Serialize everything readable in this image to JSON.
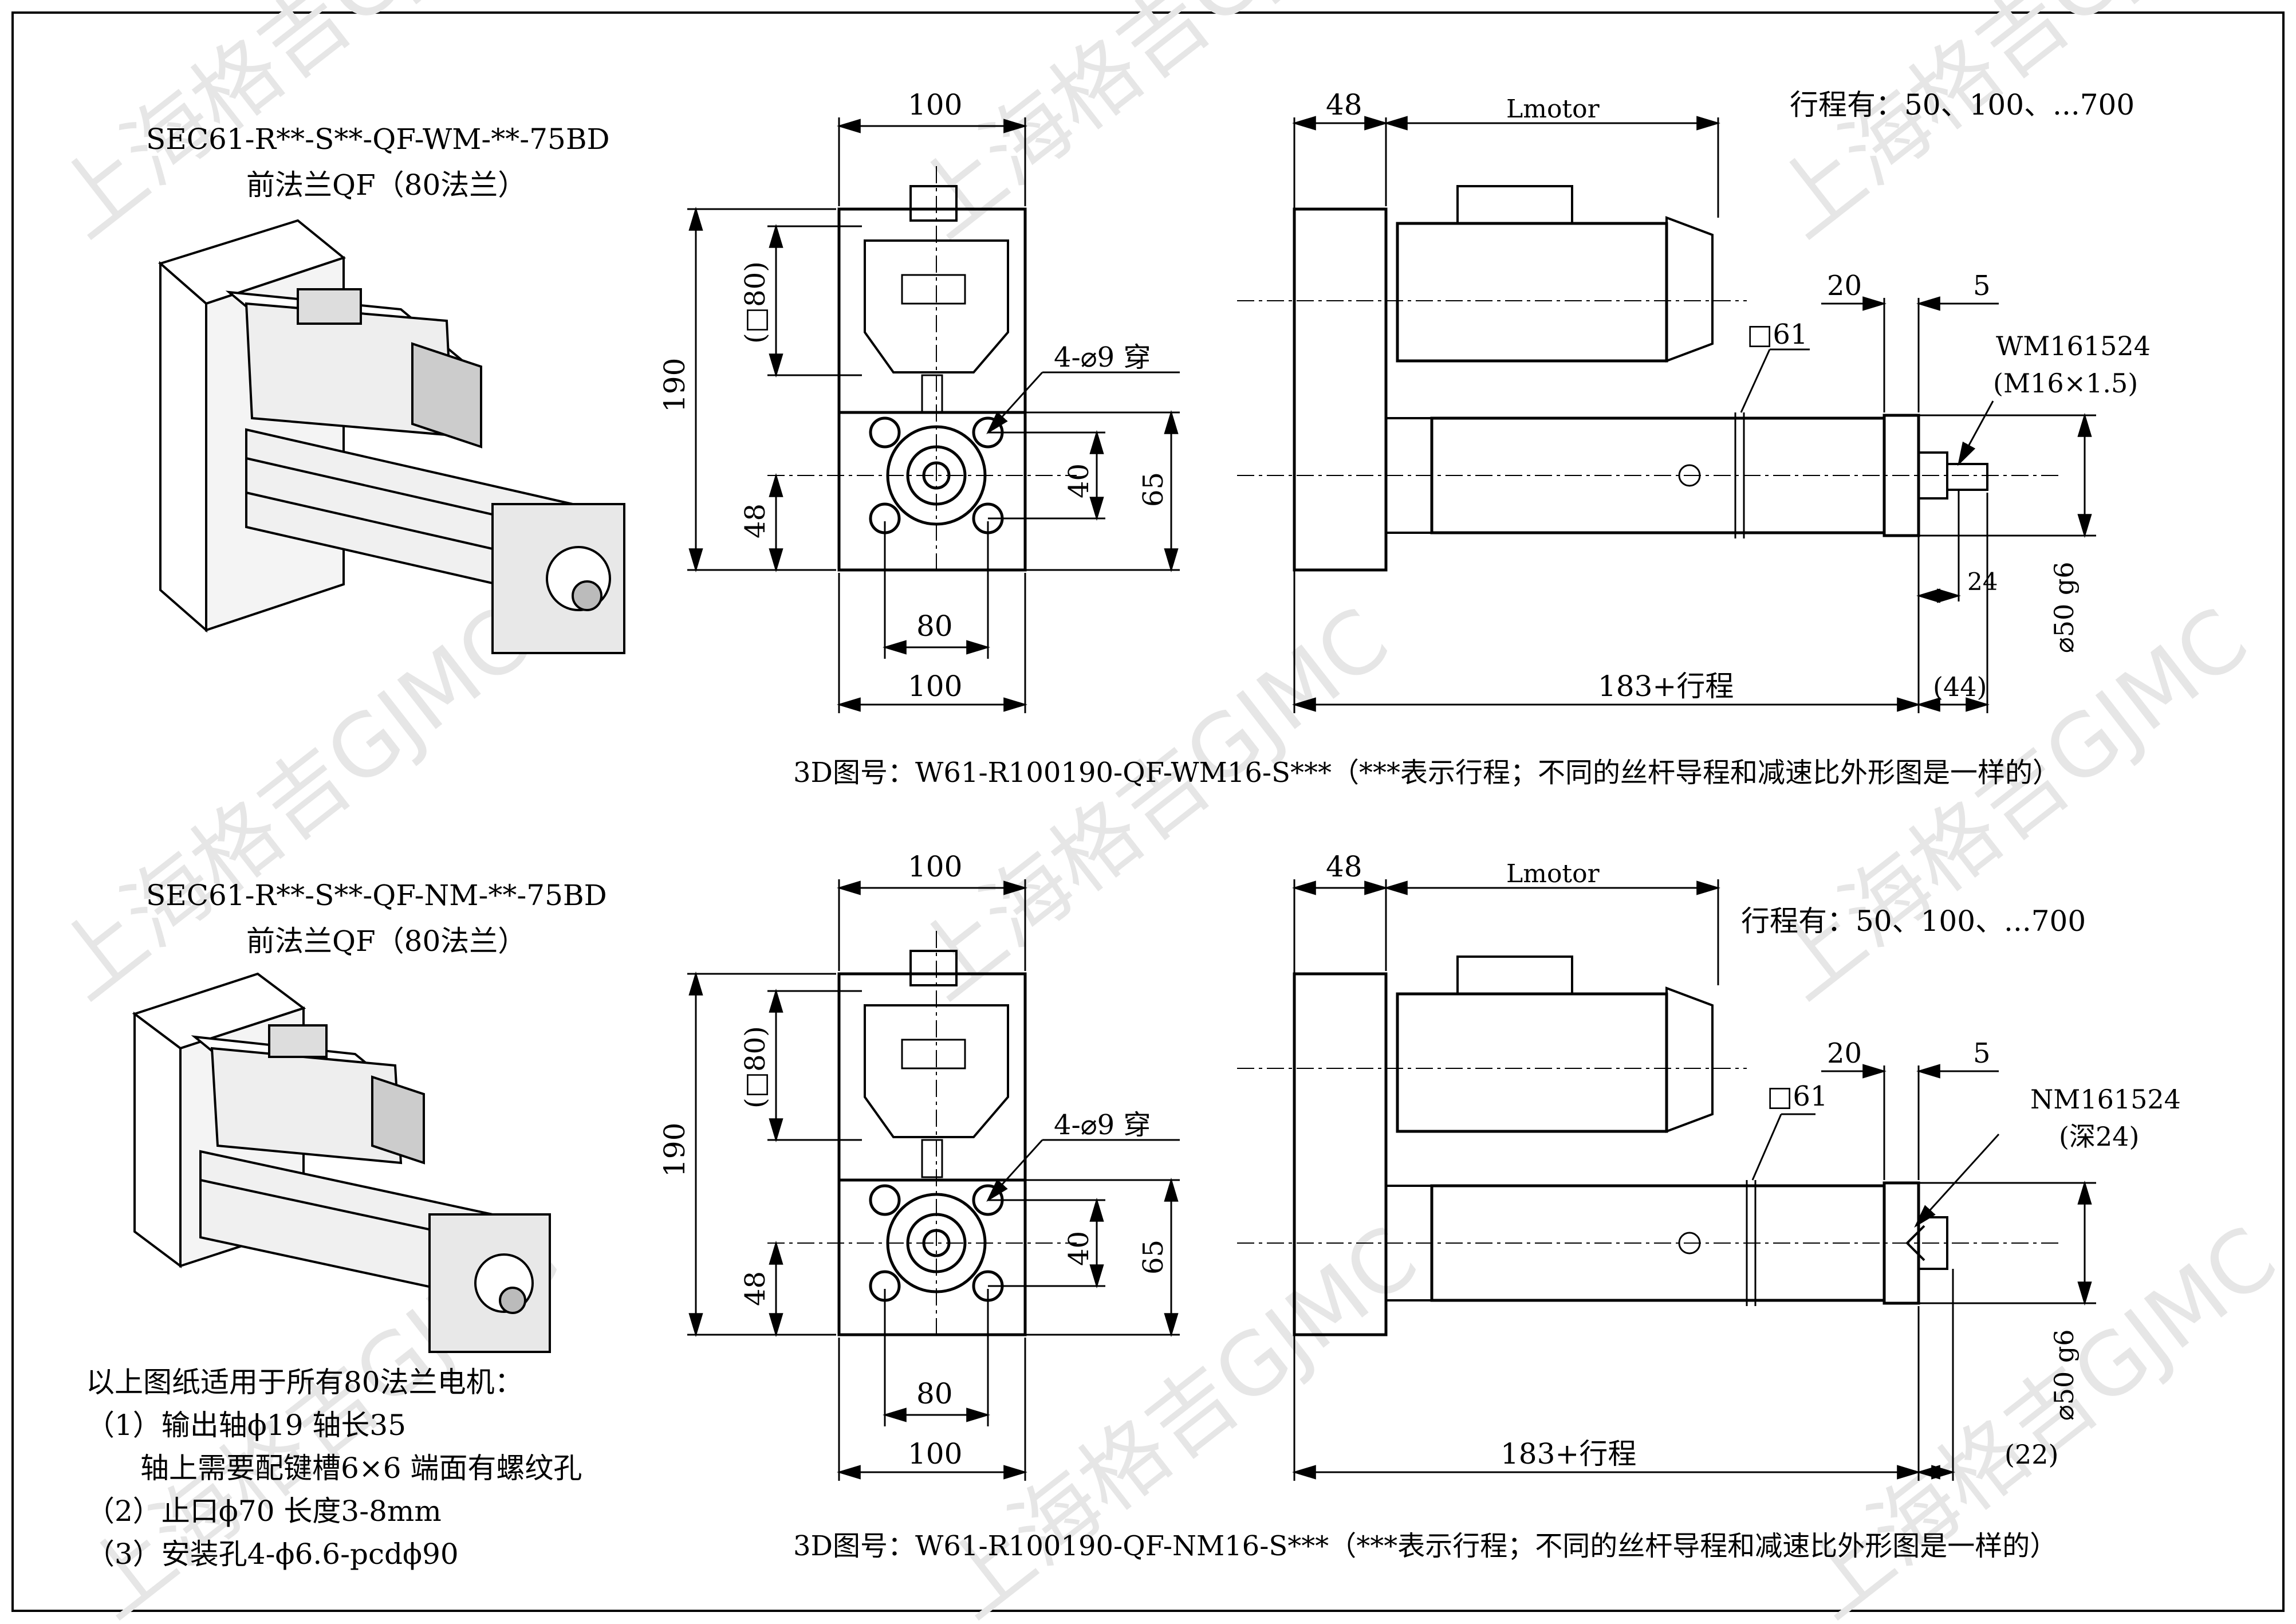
{
  "watermark": "上海格吉GJMC",
  "top": {
    "model": "SEC61-R**-S**-QF-WM-**-75BD",
    "flange": "前法兰QF（80法兰）",
    "front": {
      "width_top": "100",
      "square": "(□80)",
      "height": "190",
      "holes": "4-⌀9 穿",
      "bolt_spacing": "40",
      "offset": "65",
      "base": "48",
      "bolt_pitch": "80",
      "width_bottom": "100"
    },
    "side": {
      "flange_thk": "48",
      "lmotor": "Lmotor",
      "stroke_list": "行程有：50、100、...700",
      "d20": "20",
      "d5": "5",
      "profile": "□61",
      "end_code": "WM161524",
      "end_spec": "(M16×1.5)",
      "d24": "24",
      "dia": "⌀50 g6",
      "length": "183+行程",
      "tail": "(44)"
    },
    "model_3d": "3D图号：W61-R100190-QF-WM16-S***（***表示行程；不同的丝杆导程和减速比外形图是一样的）"
  },
  "bottom": {
    "model": "SEC61-R**-S**-QF-NM-**-75BD",
    "flange": "前法兰QF（80法兰）",
    "front": {
      "width_top": "100",
      "square": "(□80)",
      "height": "190",
      "holes": "4-⌀9 穿",
      "bolt_spacing": "40",
      "offset": "65",
      "base": "48",
      "bolt_pitch": "80",
      "width_bottom": "100"
    },
    "side": {
      "flange_thk": "48",
      "lmotor": "Lmotor",
      "stroke_list": "行程有：50、100、...700",
      "d20": "20",
      "d5": "5",
      "profile": "□61",
      "end_code": "NM161524",
      "end_spec": "(深24)",
      "dia": "⌀50 g6",
      "length": "183+行程",
      "tail": "(22)"
    },
    "model_3d": "3D图号：W61-R100190-QF-NM16-S***（***表示行程；不同的丝杆导程和减速比外形图是一样的）"
  },
  "notes": {
    "title": "以上图纸适用于所有80法兰电机：",
    "line1": "（1）输出轴ϕ19 轴长35",
    "line2": "轴上需要配键槽6×6 端面有螺纹孔",
    "line3": "（2）止口ϕ70 长度3-8mm",
    "line4": "（3）安装孔4-ϕ6.6-pcdϕ90"
  }
}
